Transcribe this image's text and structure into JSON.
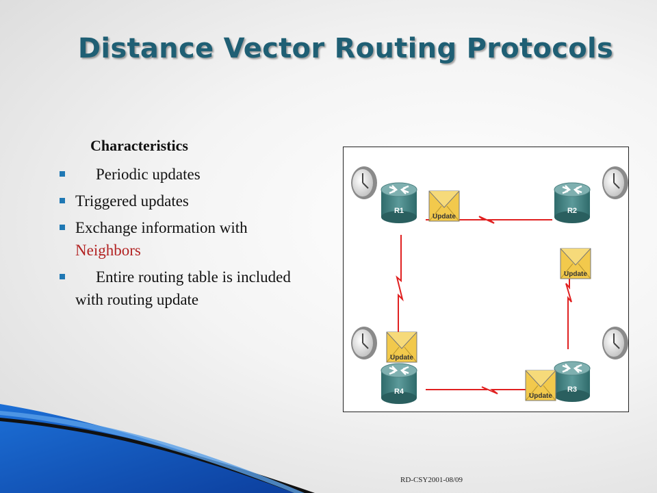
{
  "slide": {
    "title": "Distance Vector Routing Protocols",
    "heading": "Characteristics",
    "bullets": [
      {
        "text": "Periodic updates"
      },
      {
        "text": "Triggered updates"
      },
      {
        "text_before": "Exchange information with ",
        "highlight": "Neighbors"
      },
      {
        "text": "Entire routing table is included with routing update"
      }
    ],
    "footer": "RD-CSY2001-08/09",
    "accent_color": "#1f78b4",
    "title_color": "#1f5f74",
    "highlight_color": "#b22222"
  },
  "diagram": {
    "routers": [
      {
        "id": "R1",
        "label": "R1"
      },
      {
        "id": "R2",
        "label": "R2"
      },
      {
        "id": "R3",
        "label": "R3"
      },
      {
        "id": "R4",
        "label": "R4"
      }
    ],
    "update_label": "Update",
    "link_color": "#e02020",
    "router_color": "#3f7f7f",
    "envelope_color": "#f2c94c"
  }
}
